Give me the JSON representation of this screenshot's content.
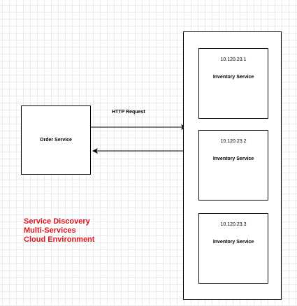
{
  "order_service": {
    "label": "Order Service"
  },
  "request_edge": {
    "label": "HTTP Request"
  },
  "inventory_instances": [
    {
      "ip": "10.120.23.1",
      "name": "Inventory Service"
    },
    {
      "ip": "10.120.23.2",
      "name": "Inventory Service"
    },
    {
      "ip": "10.120.23.3",
      "name": "Inventory Service"
    }
  ],
  "note": {
    "lines": [
      "Service Discovery",
      "Multi-Services",
      "Cloud Environment"
    ],
    "color": "#e0141e"
  },
  "colors": {
    "stroke": "#000000",
    "grid": "#ebebeb",
    "background": "#ffffff"
  }
}
